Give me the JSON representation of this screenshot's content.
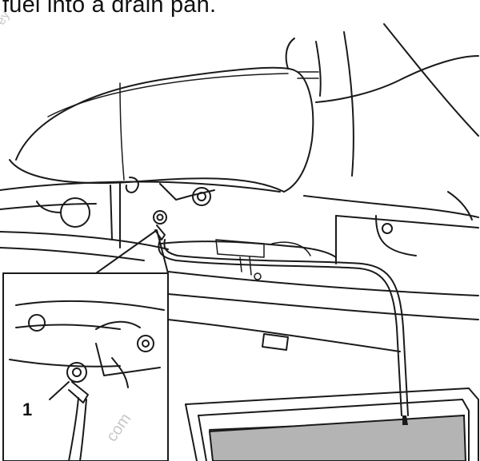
{
  "caption": "fuel into a drain pan.",
  "callout_label": "1",
  "watermark_top": "ey",
  "watermark_bottom": "com",
  "colors": {
    "line": "#1a1a1a",
    "fuel_fill": "#b4b4b4",
    "background": "#ffffff"
  },
  "icons": {
    "drain_screw": "drain-screw-icon",
    "drain_pan": "drain-pan-icon"
  }
}
